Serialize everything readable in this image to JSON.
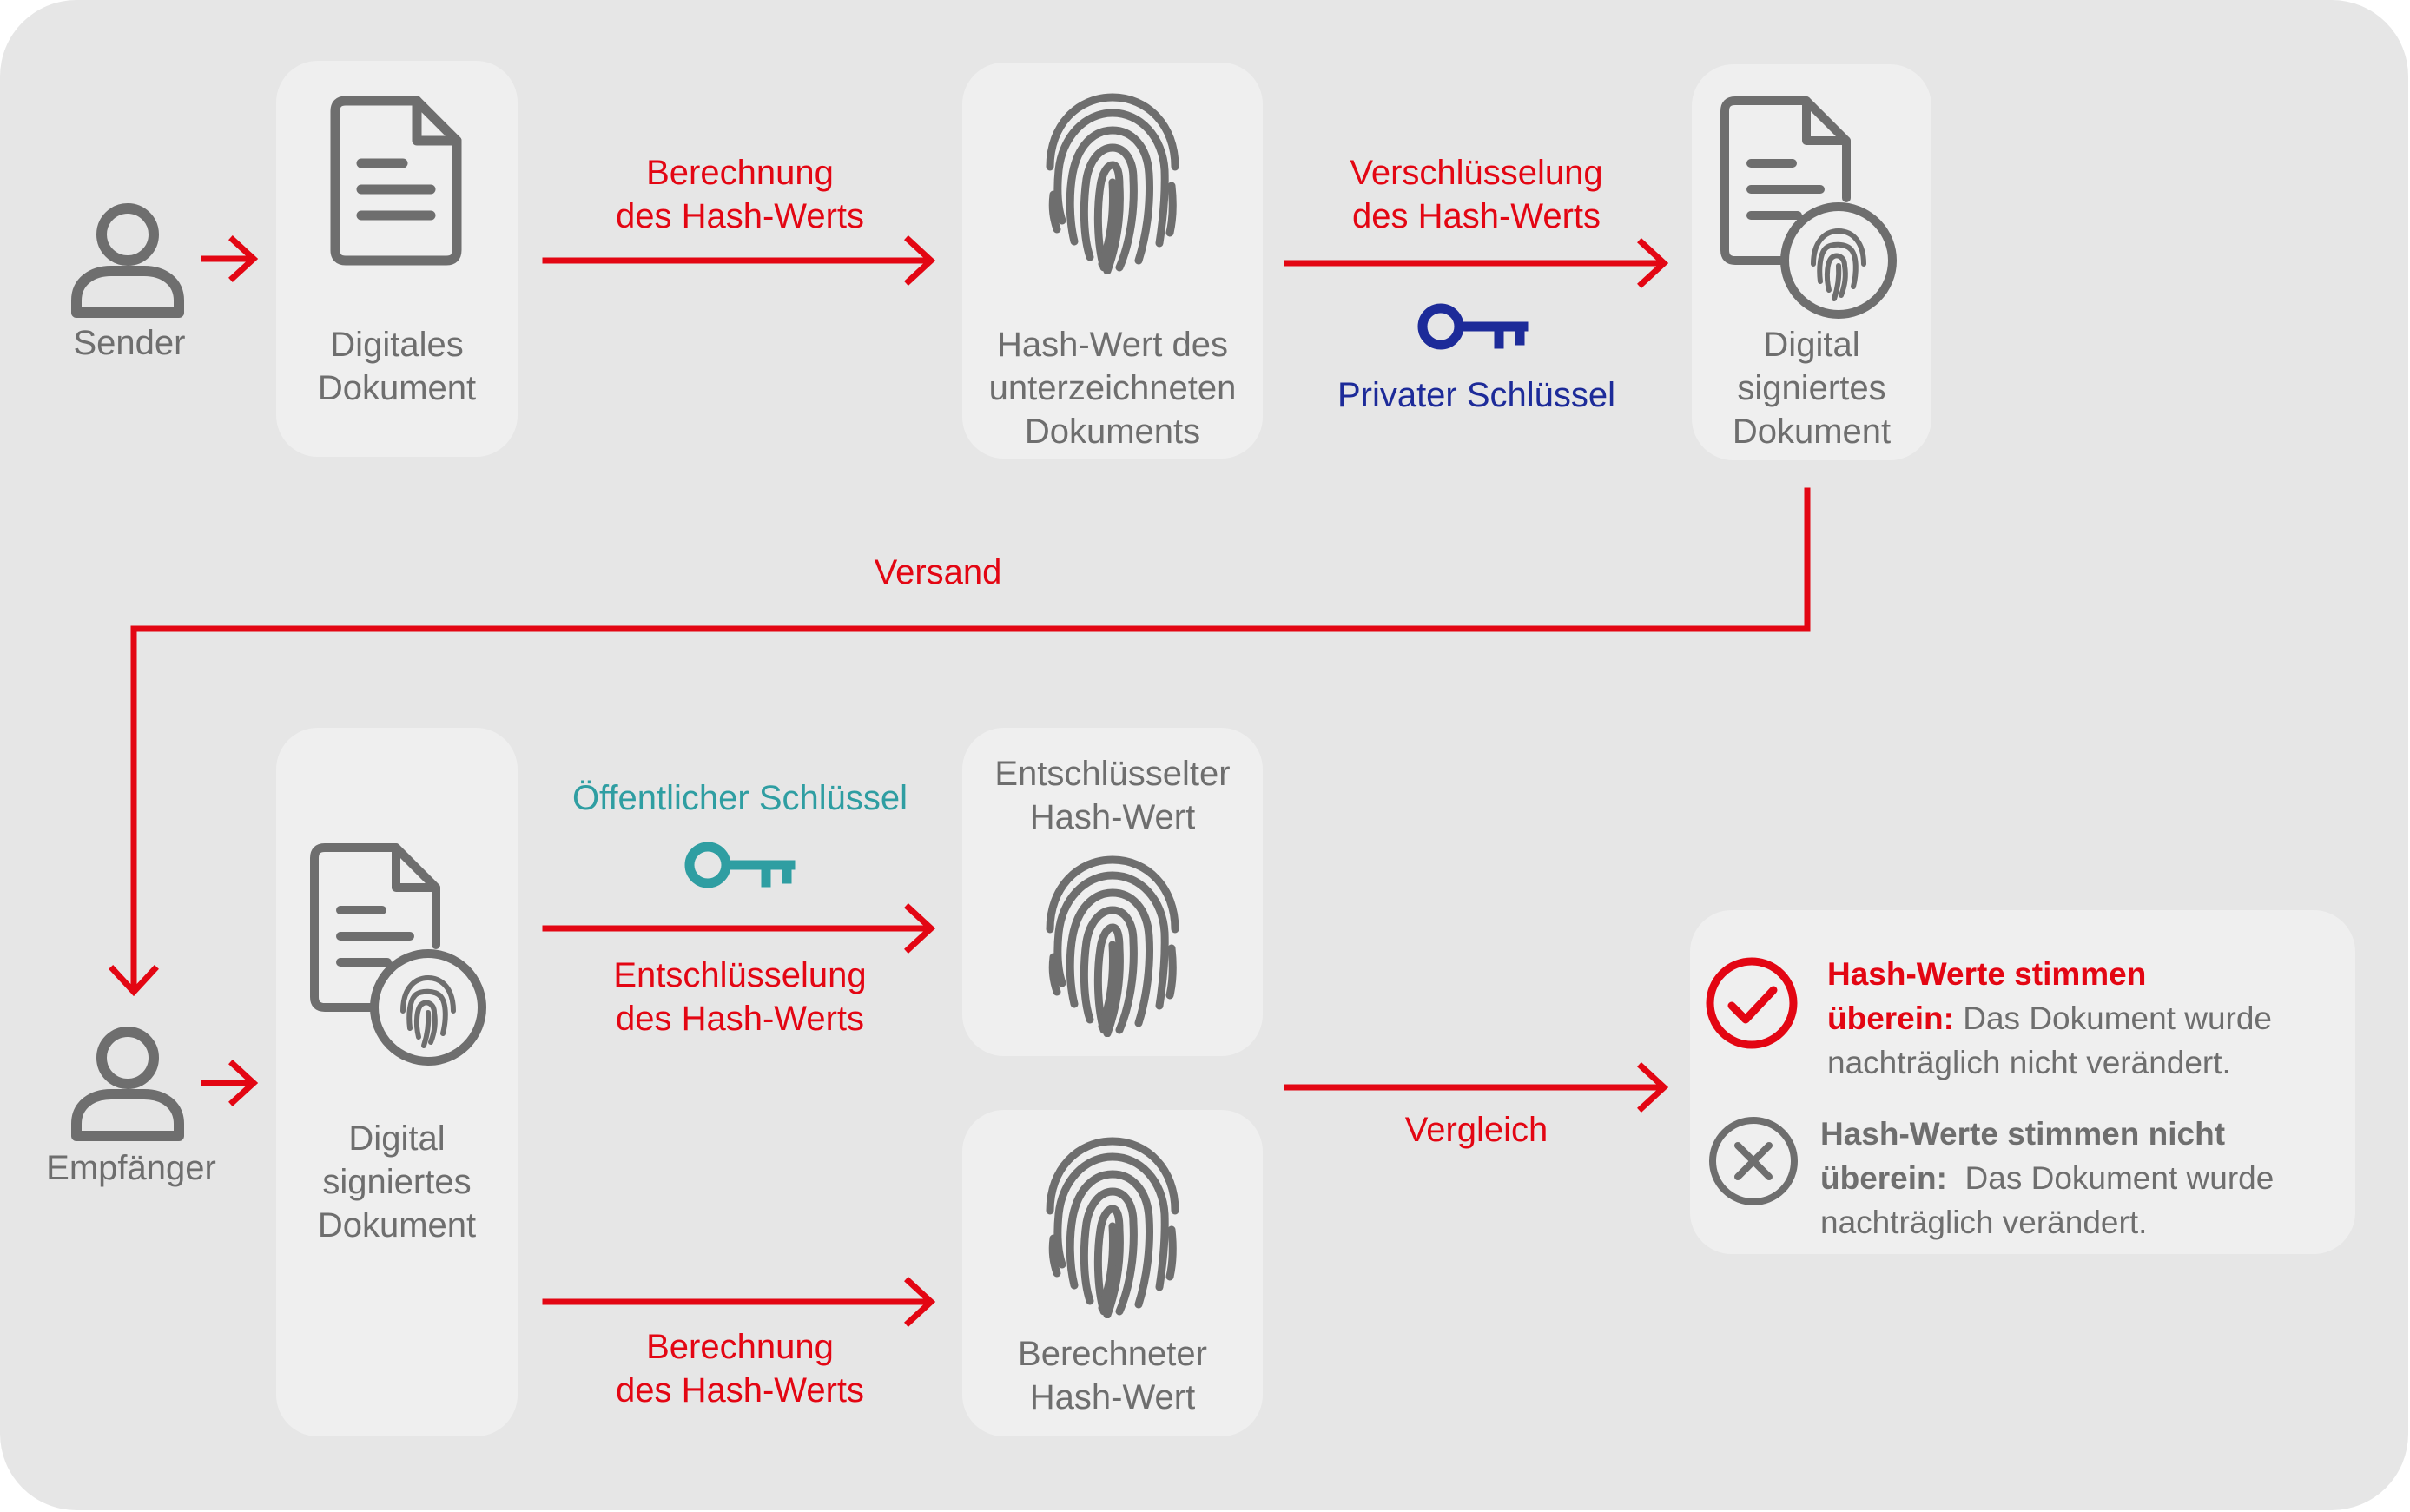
{
  "colors": {
    "background": "#e6e6e6",
    "card": "#efefef",
    "arrow": "#e30613",
    "icon": "#6e6e6e",
    "private_key": "#1d2b99",
    "public_key": "#2f9ea2"
  },
  "sender": {
    "label": "Sender",
    "icon": "person-icon"
  },
  "recipient": {
    "label": "Empfänger",
    "icon": "person-icon"
  },
  "nodes": {
    "digital_document": {
      "line1": "Digitales",
      "line2": "Dokument",
      "icon": "document-icon"
    },
    "hash_value_signed": {
      "line1": "Hash-Wert des",
      "line2": "unterzeichneten",
      "line3": "Dokuments",
      "icon": "fingerprint-icon"
    },
    "signed_document_top": {
      "line1": "Digital",
      "line2": "signiertes",
      "line3": "Dokument",
      "icon": "signed-document-icon"
    },
    "signed_document_bottom": {
      "line1": "Digital",
      "line2": "signiertes",
      "line3": "Dokument",
      "icon": "signed-document-icon"
    },
    "decrypted_hash": {
      "line1": "Entschlüsselter",
      "line2": "Hash-Wert",
      "icon": "fingerprint-icon"
    },
    "computed_hash": {
      "line1": "Berechneter",
      "line2": "Hash-Wert",
      "icon": "fingerprint-icon"
    }
  },
  "steps": {
    "compute_hash_top": {
      "line1": "Berechnung",
      "line2": "des Hash-Werts"
    },
    "encrypt_hash": {
      "line1": "Verschlüsselung",
      "line2": "des Hash-Werts"
    },
    "private_key": {
      "label": "Privater Schlüssel",
      "icon": "key-icon"
    },
    "shipping": {
      "label": "Versand"
    },
    "public_key": {
      "label": "Öffentlicher Schlüssel",
      "icon": "key-icon"
    },
    "decrypt_hash": {
      "line1": "Entschlüsselung",
      "line2": "des Hash-Werts"
    },
    "compute_hash_bottom": {
      "line1": "Berechnung",
      "line2": "des Hash-Werts"
    },
    "compare": {
      "label": "Vergleich"
    }
  },
  "result": {
    "match": {
      "title": "Hash-Werte stimmen",
      "title2": "überein:",
      "text1": "Das Dokument wurde",
      "text2": "nachträglich nicht verändert.",
      "icon": "check-circle-icon"
    },
    "mismatch": {
      "title": "Hash-Werte stimmen nicht",
      "title2": "überein:",
      "text1": "Das Dokument wurde",
      "text2": "nachträglich verändert.",
      "icon": "x-circle-icon"
    }
  }
}
